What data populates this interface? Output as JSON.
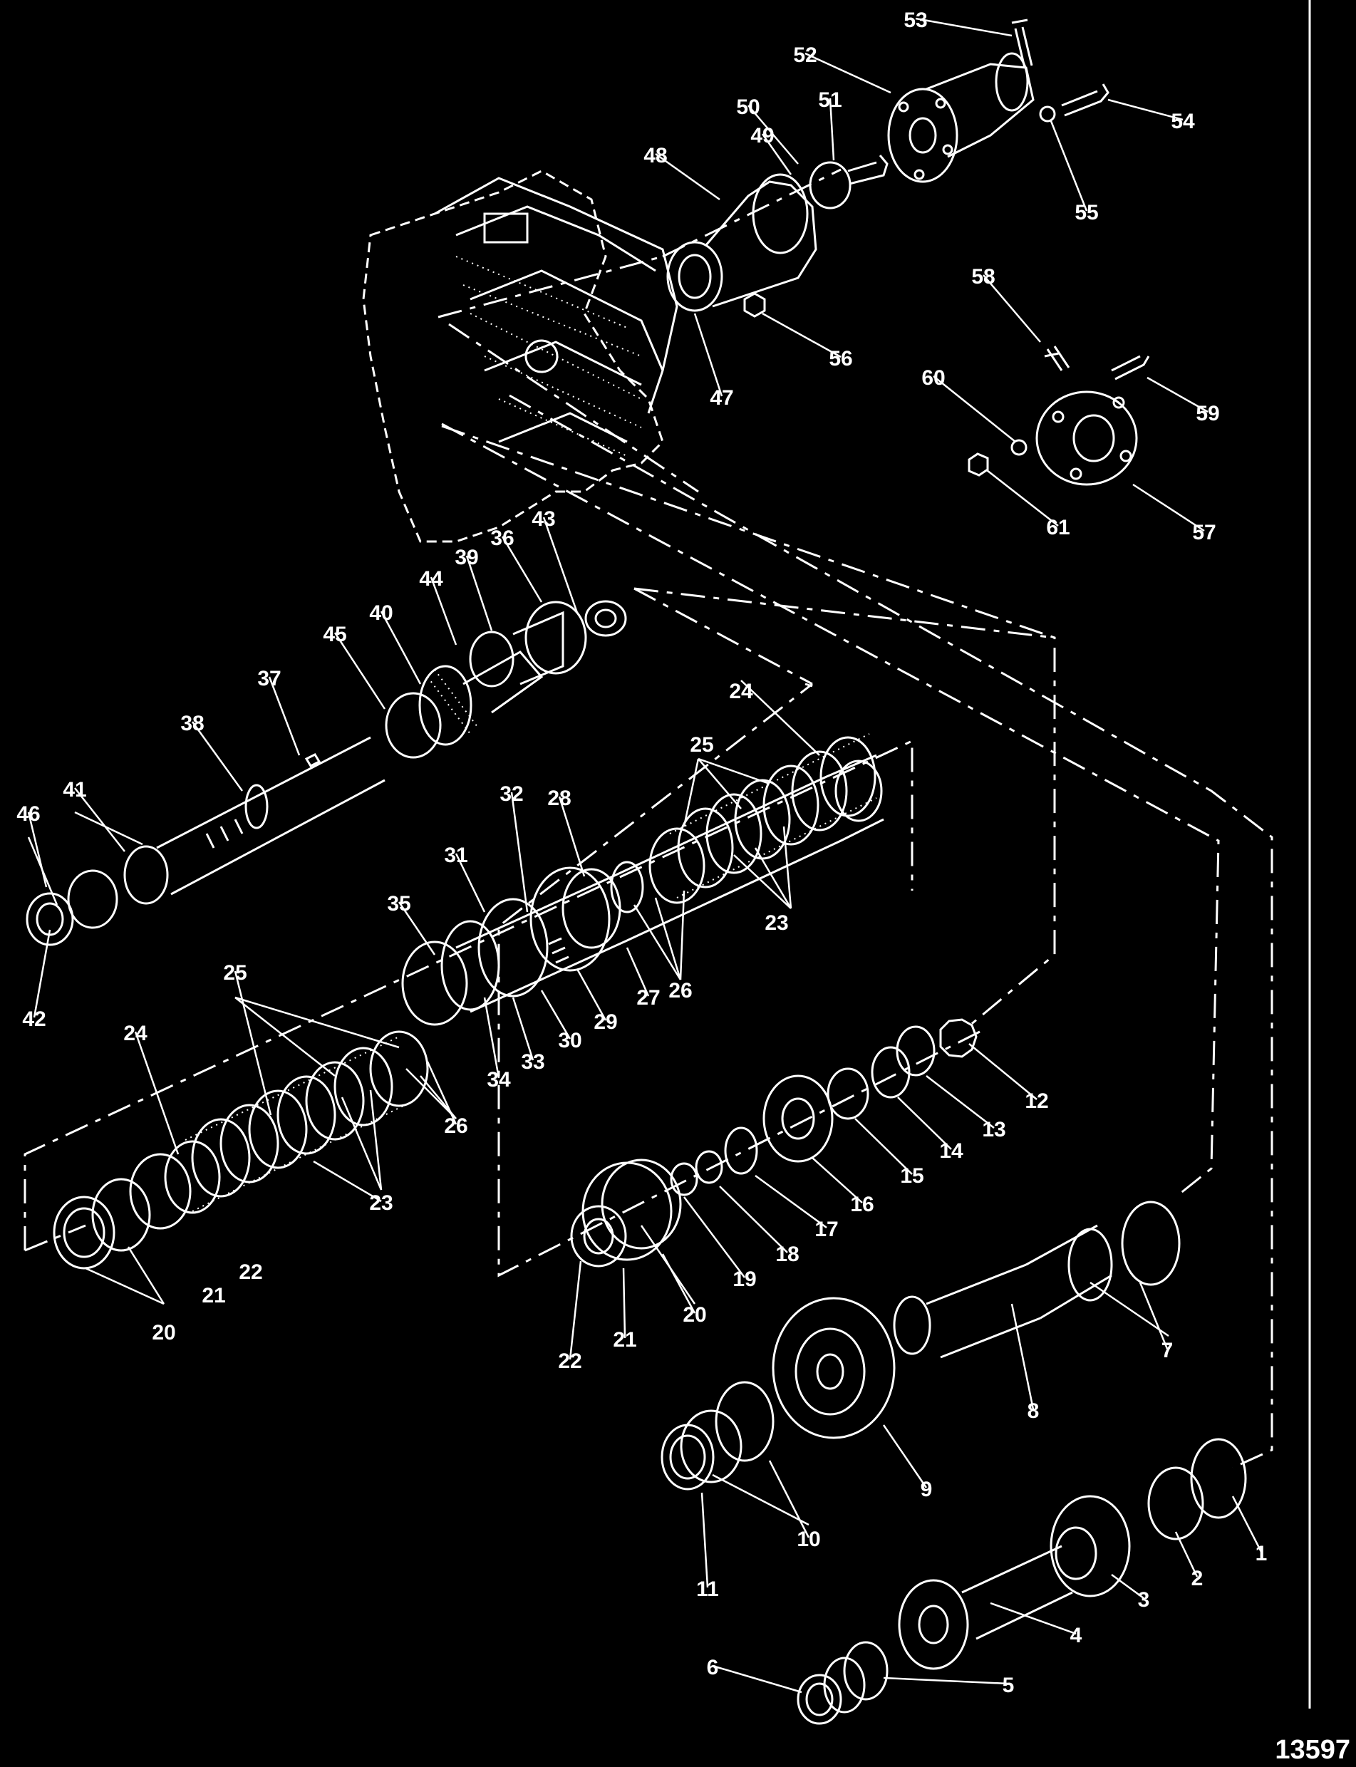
{
  "diagram": {
    "figure_number": "13597",
    "colors": {
      "background": "#000000",
      "ink": "#ffffff"
    },
    "callouts": [
      "1",
      "2",
      "3",
      "4",
      "5",
      "6",
      "7",
      "8",
      "9",
      "10",
      "11",
      "12",
      "13",
      "14",
      "15",
      "16",
      "17",
      "18",
      "19",
      "20",
      "21",
      "22",
      "23",
      "24",
      "25",
      "26",
      "27",
      "28",
      "29",
      "30",
      "31",
      "32",
      "33",
      "34",
      "35",
      "36",
      "37",
      "38",
      "39",
      "40",
      "41",
      "42",
      "43",
      "44",
      "45",
      "46",
      "47",
      "48",
      "49",
      "50",
      "51",
      "52",
      "53",
      "54",
      "55",
      "56",
      "57",
      "58",
      "59",
      "60",
      "61"
    ],
    "extra_callouts": [
      "20",
      "21",
      "22",
      "23",
      "24",
      "25",
      "26"
    ]
  }
}
